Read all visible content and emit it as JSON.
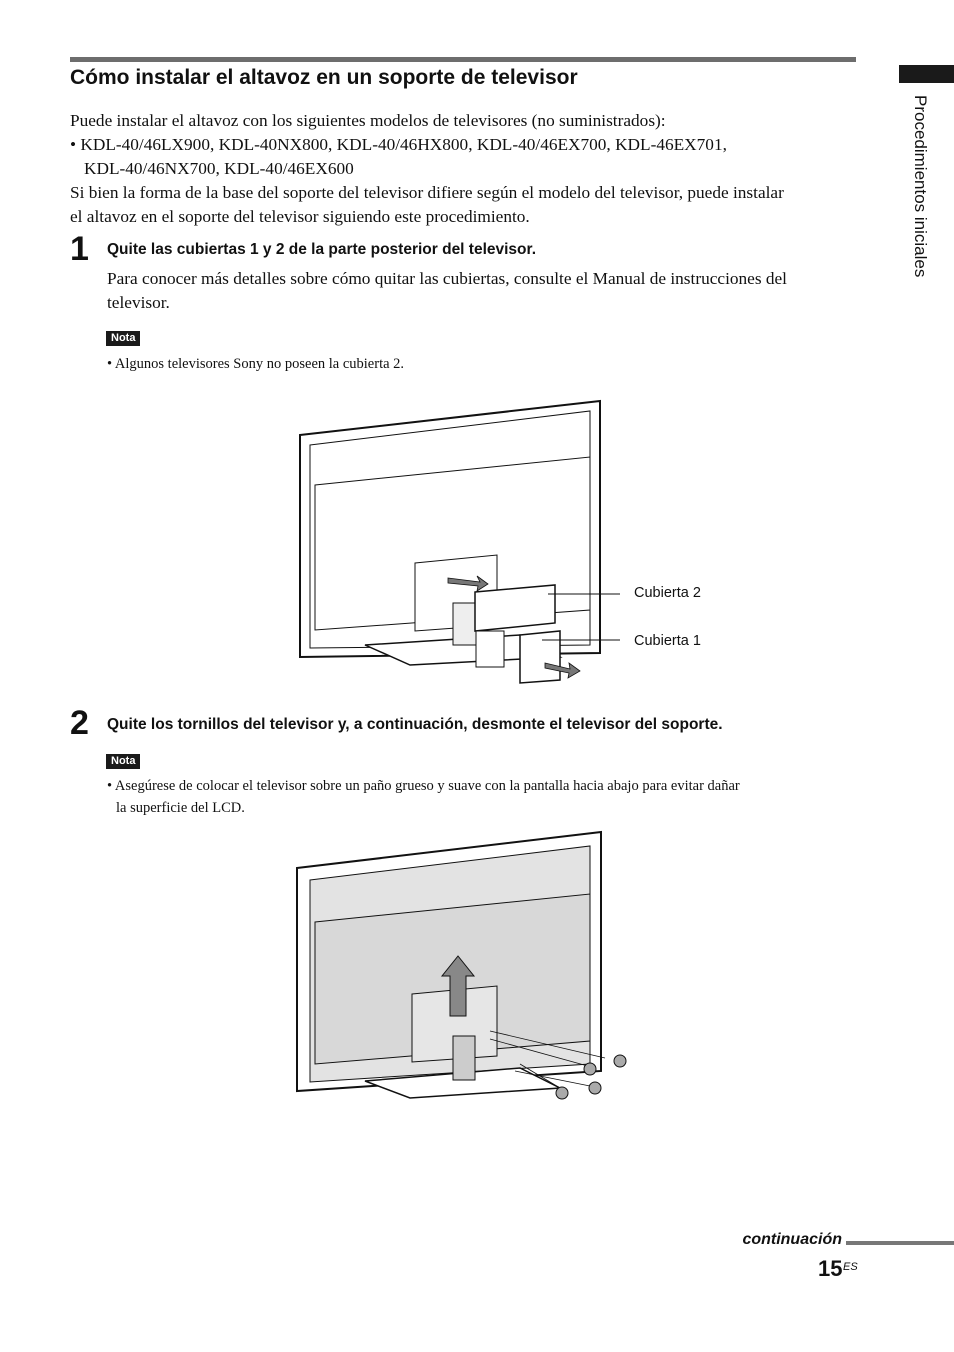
{
  "section": {
    "title": "Cómo instalar el altavoz en un soporte de televisor",
    "intro": "Puede instalar el altavoz con los siguientes modelos de televisores (no suministrados):",
    "models_line1": "• KDL-40/46LX900, KDL-40NX800, KDL-40/46HX800, KDL-40/46EX700, KDL-46EX701,",
    "models_line2": "KDL-40/46NX700, KDL-40/46EX600",
    "para_line1": "Si bien la forma de la base del soporte del televisor difiere según el modelo del televisor, puede instalar",
    "para_line2": "el altavoz en el soporte del televisor siguiendo este procedimiento."
  },
  "steps": [
    {
      "number": "1",
      "heading": "Quite las cubiertas 1 y 2 de la parte posterior del televisor.",
      "body_line1": "Para conocer más detalles sobre cómo quitar las cubiertas, consulte el Manual de instrucciones del",
      "body_line2": "televisor.",
      "note_label": "Nota",
      "note_line1": "• Algunos televisores Sony no poseen la cubierta 2.",
      "callouts": [
        "Cubierta 2",
        "Cubierta 1"
      ]
    },
    {
      "number": "2",
      "heading": "Quite los tornillos del televisor y, a continuación, desmonte el televisor del soporte.",
      "note_label": "Nota",
      "note_line1": "• Asegúrese de colocar el televisor sobre un paño grueso y suave con la pantalla hacia abajo para evitar dañar",
      "note_line2": "la superficie del LCD."
    }
  ],
  "sidebar": {
    "tab_label": "Procedimientos iniciales"
  },
  "footer": {
    "continuation": "continuación",
    "page_number": "15",
    "page_suffix": "ES"
  }
}
